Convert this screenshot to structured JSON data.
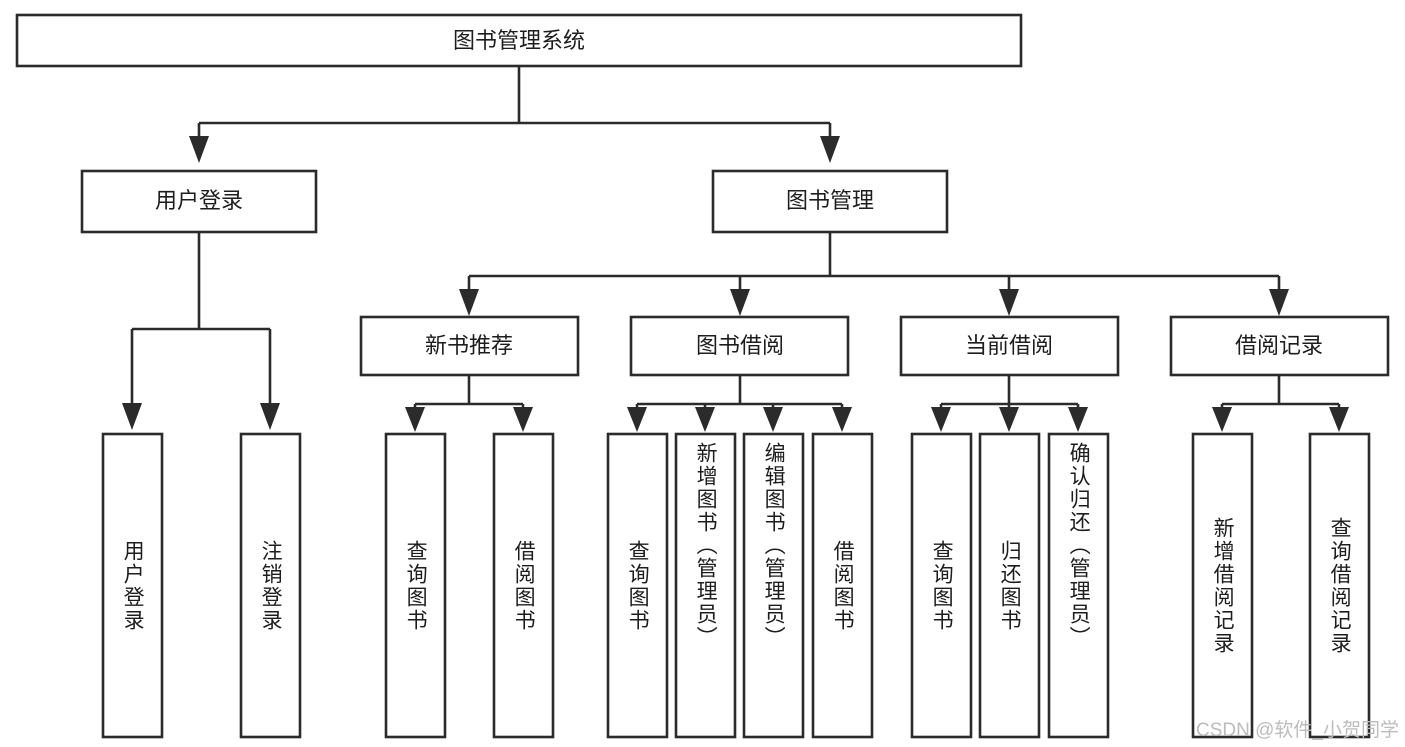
{
  "diagram": {
    "title": "图书管理系统",
    "type": "tree-hierarchy",
    "root": {
      "id": "root",
      "label": "图书管理系统"
    },
    "level2": [
      {
        "id": "user-login",
        "label": "用户登录"
      },
      {
        "id": "book-manage",
        "label": "图书管理"
      }
    ],
    "level3": [
      {
        "id": "new-book-rec",
        "label": "新书推荐",
        "parent": "book-manage"
      },
      {
        "id": "book-borrow",
        "label": "图书借阅",
        "parent": "book-manage"
      },
      {
        "id": "current-borrow",
        "label": "当前借阅",
        "parent": "book-manage"
      },
      {
        "id": "borrow-record",
        "label": "借阅记录",
        "parent": "book-manage"
      }
    ],
    "leaves": [
      {
        "id": "leaf-user-login",
        "label": "用户登录",
        "parent": "user-login"
      },
      {
        "id": "leaf-logout",
        "label": "注销登录",
        "parent": "user-login"
      },
      {
        "id": "leaf-query-book-1",
        "label": "查询图书",
        "parent": "new-book-rec"
      },
      {
        "id": "leaf-borrow-book-1",
        "label": "借阅图书",
        "parent": "new-book-rec"
      },
      {
        "id": "leaf-query-book-2",
        "label": "查询图书",
        "parent": "book-borrow"
      },
      {
        "id": "leaf-add-book",
        "label": "新增图书（管理员）",
        "parent": "book-borrow"
      },
      {
        "id": "leaf-edit-book",
        "label": "编辑图书（管理员）",
        "parent": "book-borrow"
      },
      {
        "id": "leaf-borrow-book-2",
        "label": "借阅图书",
        "parent": "book-borrow"
      },
      {
        "id": "leaf-query-book-3",
        "label": "查询图书",
        "parent": "current-borrow"
      },
      {
        "id": "leaf-return-book",
        "label": "归还图书",
        "parent": "current-borrow"
      },
      {
        "id": "leaf-confirm-return",
        "label": "确认归还（管理员）",
        "parent": "current-borrow"
      },
      {
        "id": "leaf-add-record",
        "label": "新增借阅记录",
        "parent": "borrow-record"
      },
      {
        "id": "leaf-query-record",
        "label": "查询借阅记录",
        "parent": "borrow-record"
      }
    ],
    "colors": {
      "stroke": "#2b2b2b",
      "fill": "#ffffff",
      "text": "#1d1d1d",
      "watermark": "#bcbcbc",
      "background": "#ffffff"
    }
  },
  "watermark": {
    "text": "CSDN @软件_小贺同学"
  }
}
